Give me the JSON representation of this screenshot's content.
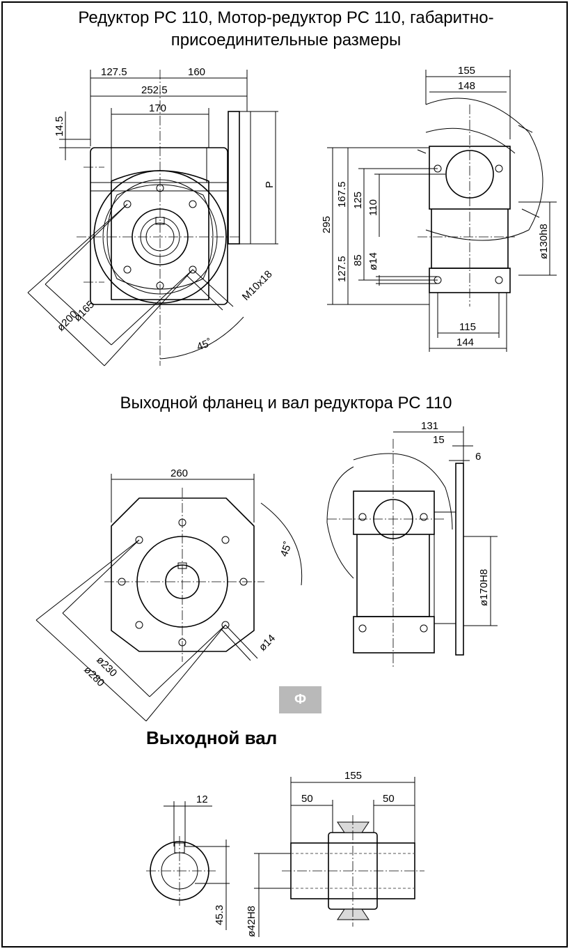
{
  "titles": {
    "main": "Редуктор РС 110, Мотор-редуктор РС 110, габаритно-\nприсоединительные размеры",
    "main_line1": "Редуктор РС 110, Мотор-редуктор РС 110, габаритно-",
    "main_line2": "присоединительные размеры",
    "flange": "Выходной фланец и вал редуктора РС 110",
    "shaft": "Выходной вал"
  },
  "button": {
    "label": "Ф"
  },
  "front_view": {
    "d_127_5": "127.5",
    "d_160": "160",
    "d_252_5": "252.5",
    "d_170": "170",
    "d_14_5": "14.5",
    "d_P": "P",
    "d_165": "ø165",
    "d_200": "ø200",
    "d_M10": "M10x18",
    "d_45": "45˚"
  },
  "side_view": {
    "d_155": "155",
    "d_148": "148",
    "d_295": "295",
    "d_167_5": "167.5",
    "d_125": "125",
    "d_110": "110",
    "d_127_5": "127.5",
    "d_85": "85",
    "d_14": "ø14",
    "d_130h8": "ø130h8",
    "d_115": "115",
    "d_144": "144"
  },
  "flange_view": {
    "d_260": "260",
    "d_45": "45˚",
    "d_230": "ø230",
    "d_280": "ø280",
    "d_14": "ø14"
  },
  "flange_side": {
    "d_131": "131",
    "d_15": "15",
    "d_6": "6",
    "d_170H8": "ø170H8"
  },
  "shaft_section": {
    "d_12": "12",
    "d_45_3": "45.3"
  },
  "shaft_side": {
    "d_155": "155",
    "d_50a": "50",
    "d_50b": "50",
    "d_42H8": "ø42H8"
  }
}
